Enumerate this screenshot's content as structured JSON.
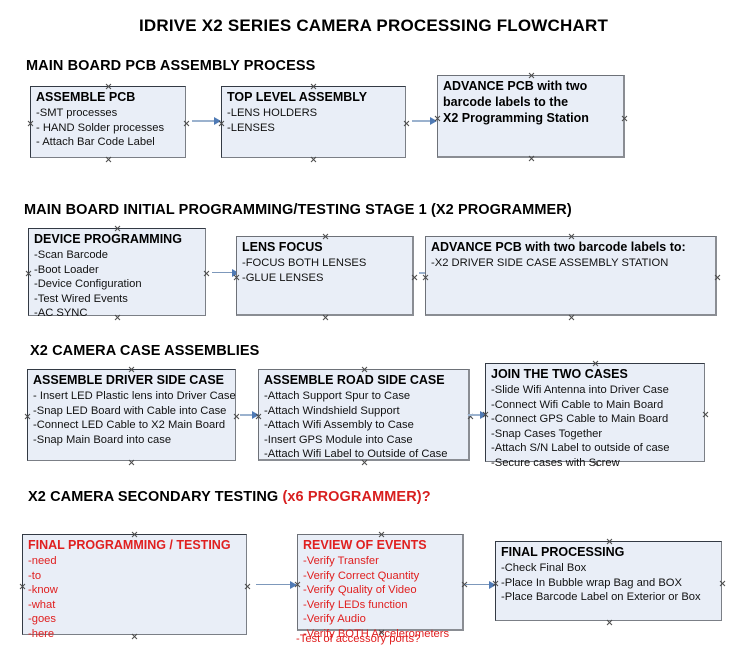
{
  "document": {
    "title": "IDRIVE X2  SERIES CAMERA PROCESSING FLOWCHART"
  },
  "colors": {
    "box_fill": "#e9eef7",
    "box_border": "#333a44",
    "text_black": "#000000",
    "text_red": "#e02020",
    "accent_red": "#d81f1f",
    "arrow": "#9bb2ce",
    "arrow_head": "#4f7ab5"
  },
  "sections": [
    {
      "id": "pcb-assembly",
      "heading": "MAIN BOARD PCB ASSEMBLY PROCESS",
      "heading_suffix": "",
      "boxes": [
        {
          "title": "ASSEMBLE PCB",
          "lines": [
            "-SMT processes",
            "- HAND Solder processes",
            "- Attach Bar Code Label"
          ]
        },
        {
          "title": "TOP LEVEL ASSEMBLY",
          "lines": [
            "-LENS HOLDERS",
            "-LENSES"
          ]
        },
        {
          "title": "ADVANCE PCB with two",
          "lines": [
            "barcode labels to the",
            " X2 Programming Station"
          ]
        }
      ]
    },
    {
      "id": "initial-programming",
      "heading": "MAIN BOARD INITIAL PROGRAMMING/TESTING STAGE 1 (X2 PROGRAMMER)",
      "heading_suffix": "",
      "boxes": [
        {
          "title": "DEVICE PROGRAMMING",
          "lines": [
            "-Scan Barcode",
            "-Boot Loader",
            "-Device Configuration",
            "-Test Wired Events",
            "-AC SYNC"
          ]
        },
        {
          "title": "LENS FOCUS",
          "lines": [
            "-FOCUS BOTH LENSES",
            "-GLUE LENSES"
          ]
        },
        {
          "title": "ADVANCE PCB with two barcode labels to:",
          "lines": [
            "-X2 DRIVER  SIDE  CASE  ASSEMBLY STATION"
          ]
        }
      ]
    },
    {
      "id": "case-assemblies",
      "heading": "X2 CAMERA CASE ASSEMBLIES",
      "heading_suffix": "",
      "boxes": [
        {
          "title": "ASSEMBLE DRIVER SIDE CASE",
          "lines": [
            "- Insert LED Plastic lens into Driver Case",
            "-Snap LED Board with Cable into Case",
            "-Connect LED Cable to X2 Main Board",
            "-Snap Main Board into case"
          ]
        },
        {
          "title": "ASSEMBLE ROAD SIDE CASE",
          "lines": [
            "-Attach Support Spur to Case",
            "-Attach Windshield Support",
            "-Attach Wifi Assembly to Case",
            "-Insert GPS Module into Case",
            "-Attach Wifi Label to Outside of Case"
          ]
        },
        {
          "title": "JOIN THE TWO CASES",
          "lines": [
            "-Slide Wifi Antenna into Driver Case",
            "-Connect Wifi Cable to Main Board",
            "-Connect GPS Cable to Main Board",
            "-Snap Cases Together",
            "-Attach S/N Label to outside of case",
            "-Secure cases with Screw"
          ]
        }
      ]
    },
    {
      "id": "secondary-testing",
      "heading": "X2 CAMERA SECONDARY TESTING ",
      "heading_suffix": "(x6 PROGRAMMER)?",
      "boxes": [
        {
          "title": "FINAL PROGRAMMING / TESTING",
          "lines": [
            "-need",
            "-to",
            "-know",
            "-what",
            "-goes",
            "-here"
          ]
        },
        {
          "title": "REVIEW OF EVENTS",
          "lines": [
            "-Verify Transfer",
            "-Verify Correct Quantity",
            "-Verify Quality of Video",
            "-Verify LEDs function",
            "-Verify Audio",
            "-Verify BOTH Accelerometers"
          ],
          "overflow_line": "-Test of accessory ports?"
        },
        {
          "title": "FINAL PROCESSING",
          "lines": [
            " -Check Final Box",
            "-Place In Bubble wrap Bag and BOX",
            "-Place Barcode Label on Exterior or Box"
          ]
        }
      ]
    }
  ]
}
